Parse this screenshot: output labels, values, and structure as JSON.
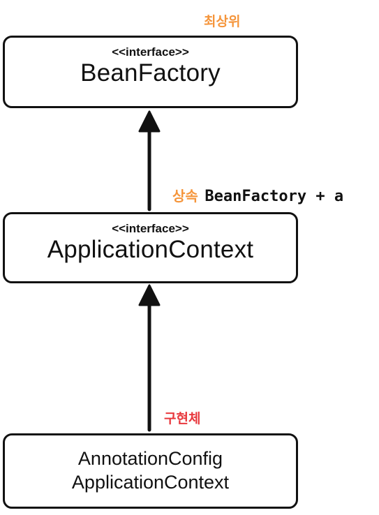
{
  "labels": {
    "top_note": "최상위",
    "inherit_prefix": "상속",
    "inherit_text": "BeanFactory + a",
    "impl_note": "구현체"
  },
  "boxes": {
    "bean_factory": {
      "stereotype": "<<interface>>",
      "name": "BeanFactory"
    },
    "application_context": {
      "stereotype": "<<interface>>",
      "name": "ApplicationContext"
    },
    "annotation_config": {
      "line1": "AnnotationConfig",
      "line2": "ApplicationContext"
    }
  },
  "colors": {
    "orange": "#f5953b",
    "red": "#e8383d",
    "stroke": "#111111"
  }
}
